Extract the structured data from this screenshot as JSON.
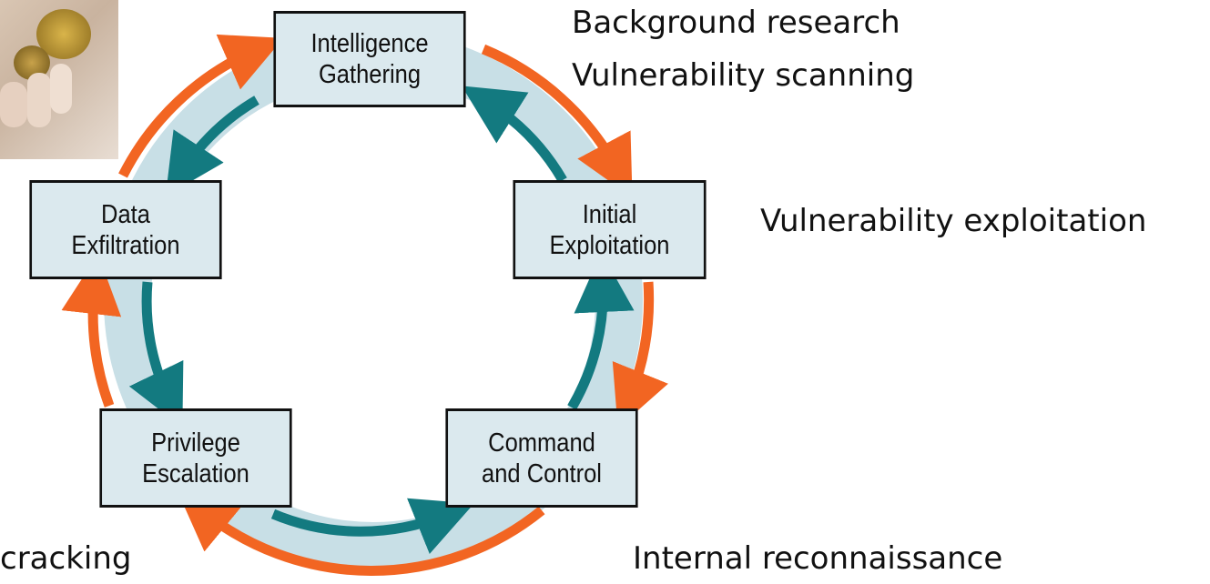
{
  "diagram": {
    "stages": [
      {
        "id": "intelligence",
        "lines": [
          "Intelligence",
          "Gathering"
        ]
      },
      {
        "id": "exploitation",
        "lines": [
          "Initial",
          "Exploitation"
        ]
      },
      {
        "id": "c2",
        "lines": [
          "Command",
          "and Control"
        ]
      },
      {
        "id": "privilege",
        "lines": [
          "Privilege",
          "Escalation"
        ]
      },
      {
        "id": "exfil",
        "lines": [
          "Data",
          "Exfiltration"
        ]
      }
    ],
    "colors": {
      "ring": "#c8dfe6",
      "outer_arrow": "#f26522",
      "inner_arrow": "#137a80",
      "box_fill": "#dbe9ee"
    }
  },
  "notes": {
    "intel_1": "Background research",
    "intel_2": "Vulnerability scanning",
    "exploit": "Vulnerability exploitation",
    "privilege": "cracking",
    "c2": "Internal reconnaissance"
  }
}
